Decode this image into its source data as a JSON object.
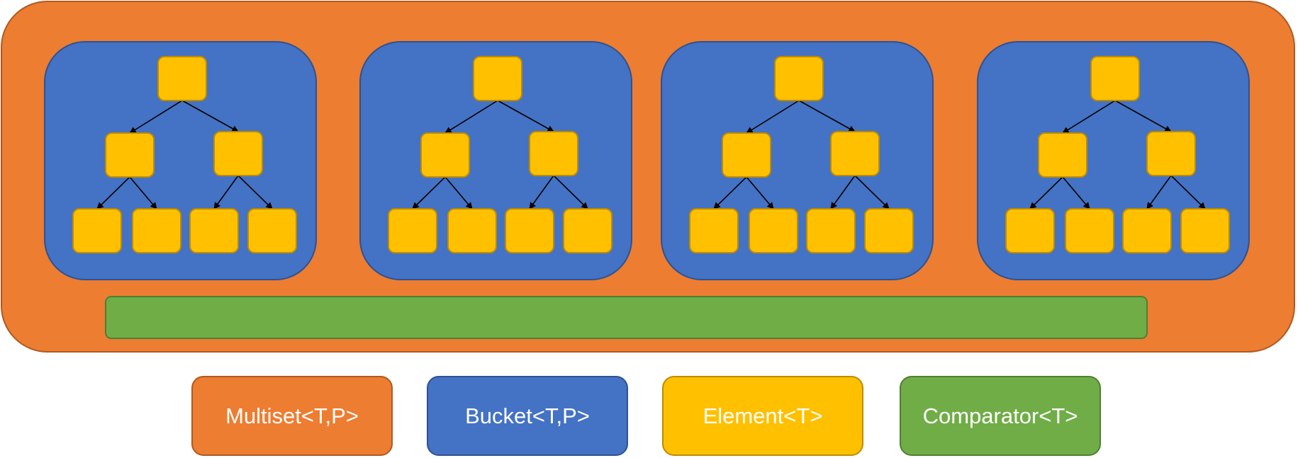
{
  "colors": {
    "multiset": "#ed7d31",
    "bucket": "#4472c4",
    "element": "#ffc000",
    "comparator": "#70ad47"
  },
  "structure": {
    "bucket_count": 4,
    "tree_levels": [
      1,
      2,
      4
    ]
  },
  "legend": [
    {
      "key": "multiset",
      "label": "Multiset<T,P>"
    },
    {
      "key": "bucket",
      "label": "Bucket<T,P>"
    },
    {
      "key": "element",
      "label": "Element<T>"
    },
    {
      "key": "comparator",
      "label": "Comparator<T>"
    }
  ]
}
